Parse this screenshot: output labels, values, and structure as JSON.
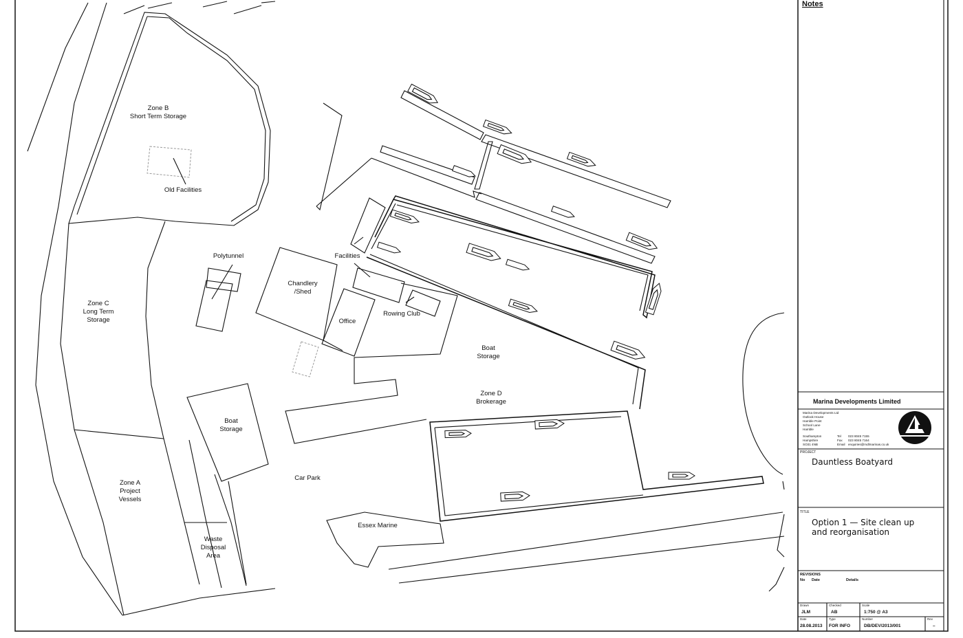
{
  "notes_heading": "Notes",
  "zones": {
    "zone_b": [
      "Zone B",
      "Short Term Storage"
    ],
    "old_facilities": "Old Facilities",
    "zone_c": [
      "Zone C",
      "Long Term",
      "Storage"
    ],
    "polytunnel": "Polytunnel",
    "facilities": "Facilities",
    "chandlery": [
      "Chandlery",
      "/Shed"
    ],
    "office": "Office",
    "rowing_club": "Rowing Club",
    "boat_storage_mid": [
      "Boat",
      "Storage"
    ],
    "zone_d": [
      "Zone D",
      "Brokerage"
    ],
    "boat_storage_left": [
      "Boat",
      "Storage"
    ],
    "car_park": "Car Park",
    "zone_a": [
      "Zone A",
      "Project",
      "Vessels"
    ],
    "waste": [
      "Waste",
      "Disposal",
      "Area"
    ],
    "essex_marine": "Essex Marine"
  },
  "title_block": {
    "company": "Marina Developments Limited",
    "address": [
      "Marina Developments Ltd",
      "Outlook House",
      "Hamble Point",
      "School Lane",
      "Hamble",
      "Southampton",
      "Hampshire",
      "SO31 4NB"
    ],
    "contact": [
      {
        "k": "Tel",
        "v": "023 8045 7155"
      },
      {
        "k": "Fax",
        "v": "023 8045 7164"
      },
      {
        "k": "Email",
        "v": "enquiries@mdlmarinas.co.uk"
      }
    ],
    "project_label": "PROJECT",
    "project": "Dauntless Boatyard",
    "title_label": "TITLE",
    "title_lines": [
      "Option 1 — Site clean up",
      "and reorganisation"
    ],
    "revisions_label": "REVISIONS",
    "rev_no": "No",
    "rev_date": "Date",
    "rev_details": "Details",
    "drawn_label": "Drawn",
    "drawn": "JLM",
    "checked_label": "Checked",
    "checked": "AB",
    "scale_label": "Scale",
    "scale": "1:750 @ A3",
    "date_label": "Date",
    "date": "28.08.2013",
    "type_label": "Type",
    "type": "FOR INFO",
    "number_label": "Number",
    "number": "DB/DEV/2013/001",
    "rev_label": "Rev",
    "rev": "–"
  }
}
